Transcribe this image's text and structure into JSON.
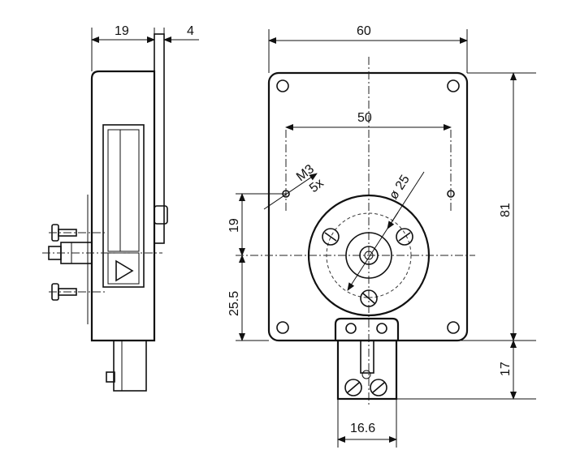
{
  "side_view": {
    "dim_width": "19",
    "dim_plate": "4"
  },
  "front_view": {
    "dim_width": "60",
    "dim_hole_spacing": "50",
    "dim_height": "81",
    "dim_upper_offset": "19",
    "dim_lower_offset": "25.5",
    "dim_connector_height": "17",
    "dim_connector_width": "16.6",
    "dim_diameter": "ø 25",
    "thread_label": "M3",
    "thread_count": "5x"
  }
}
